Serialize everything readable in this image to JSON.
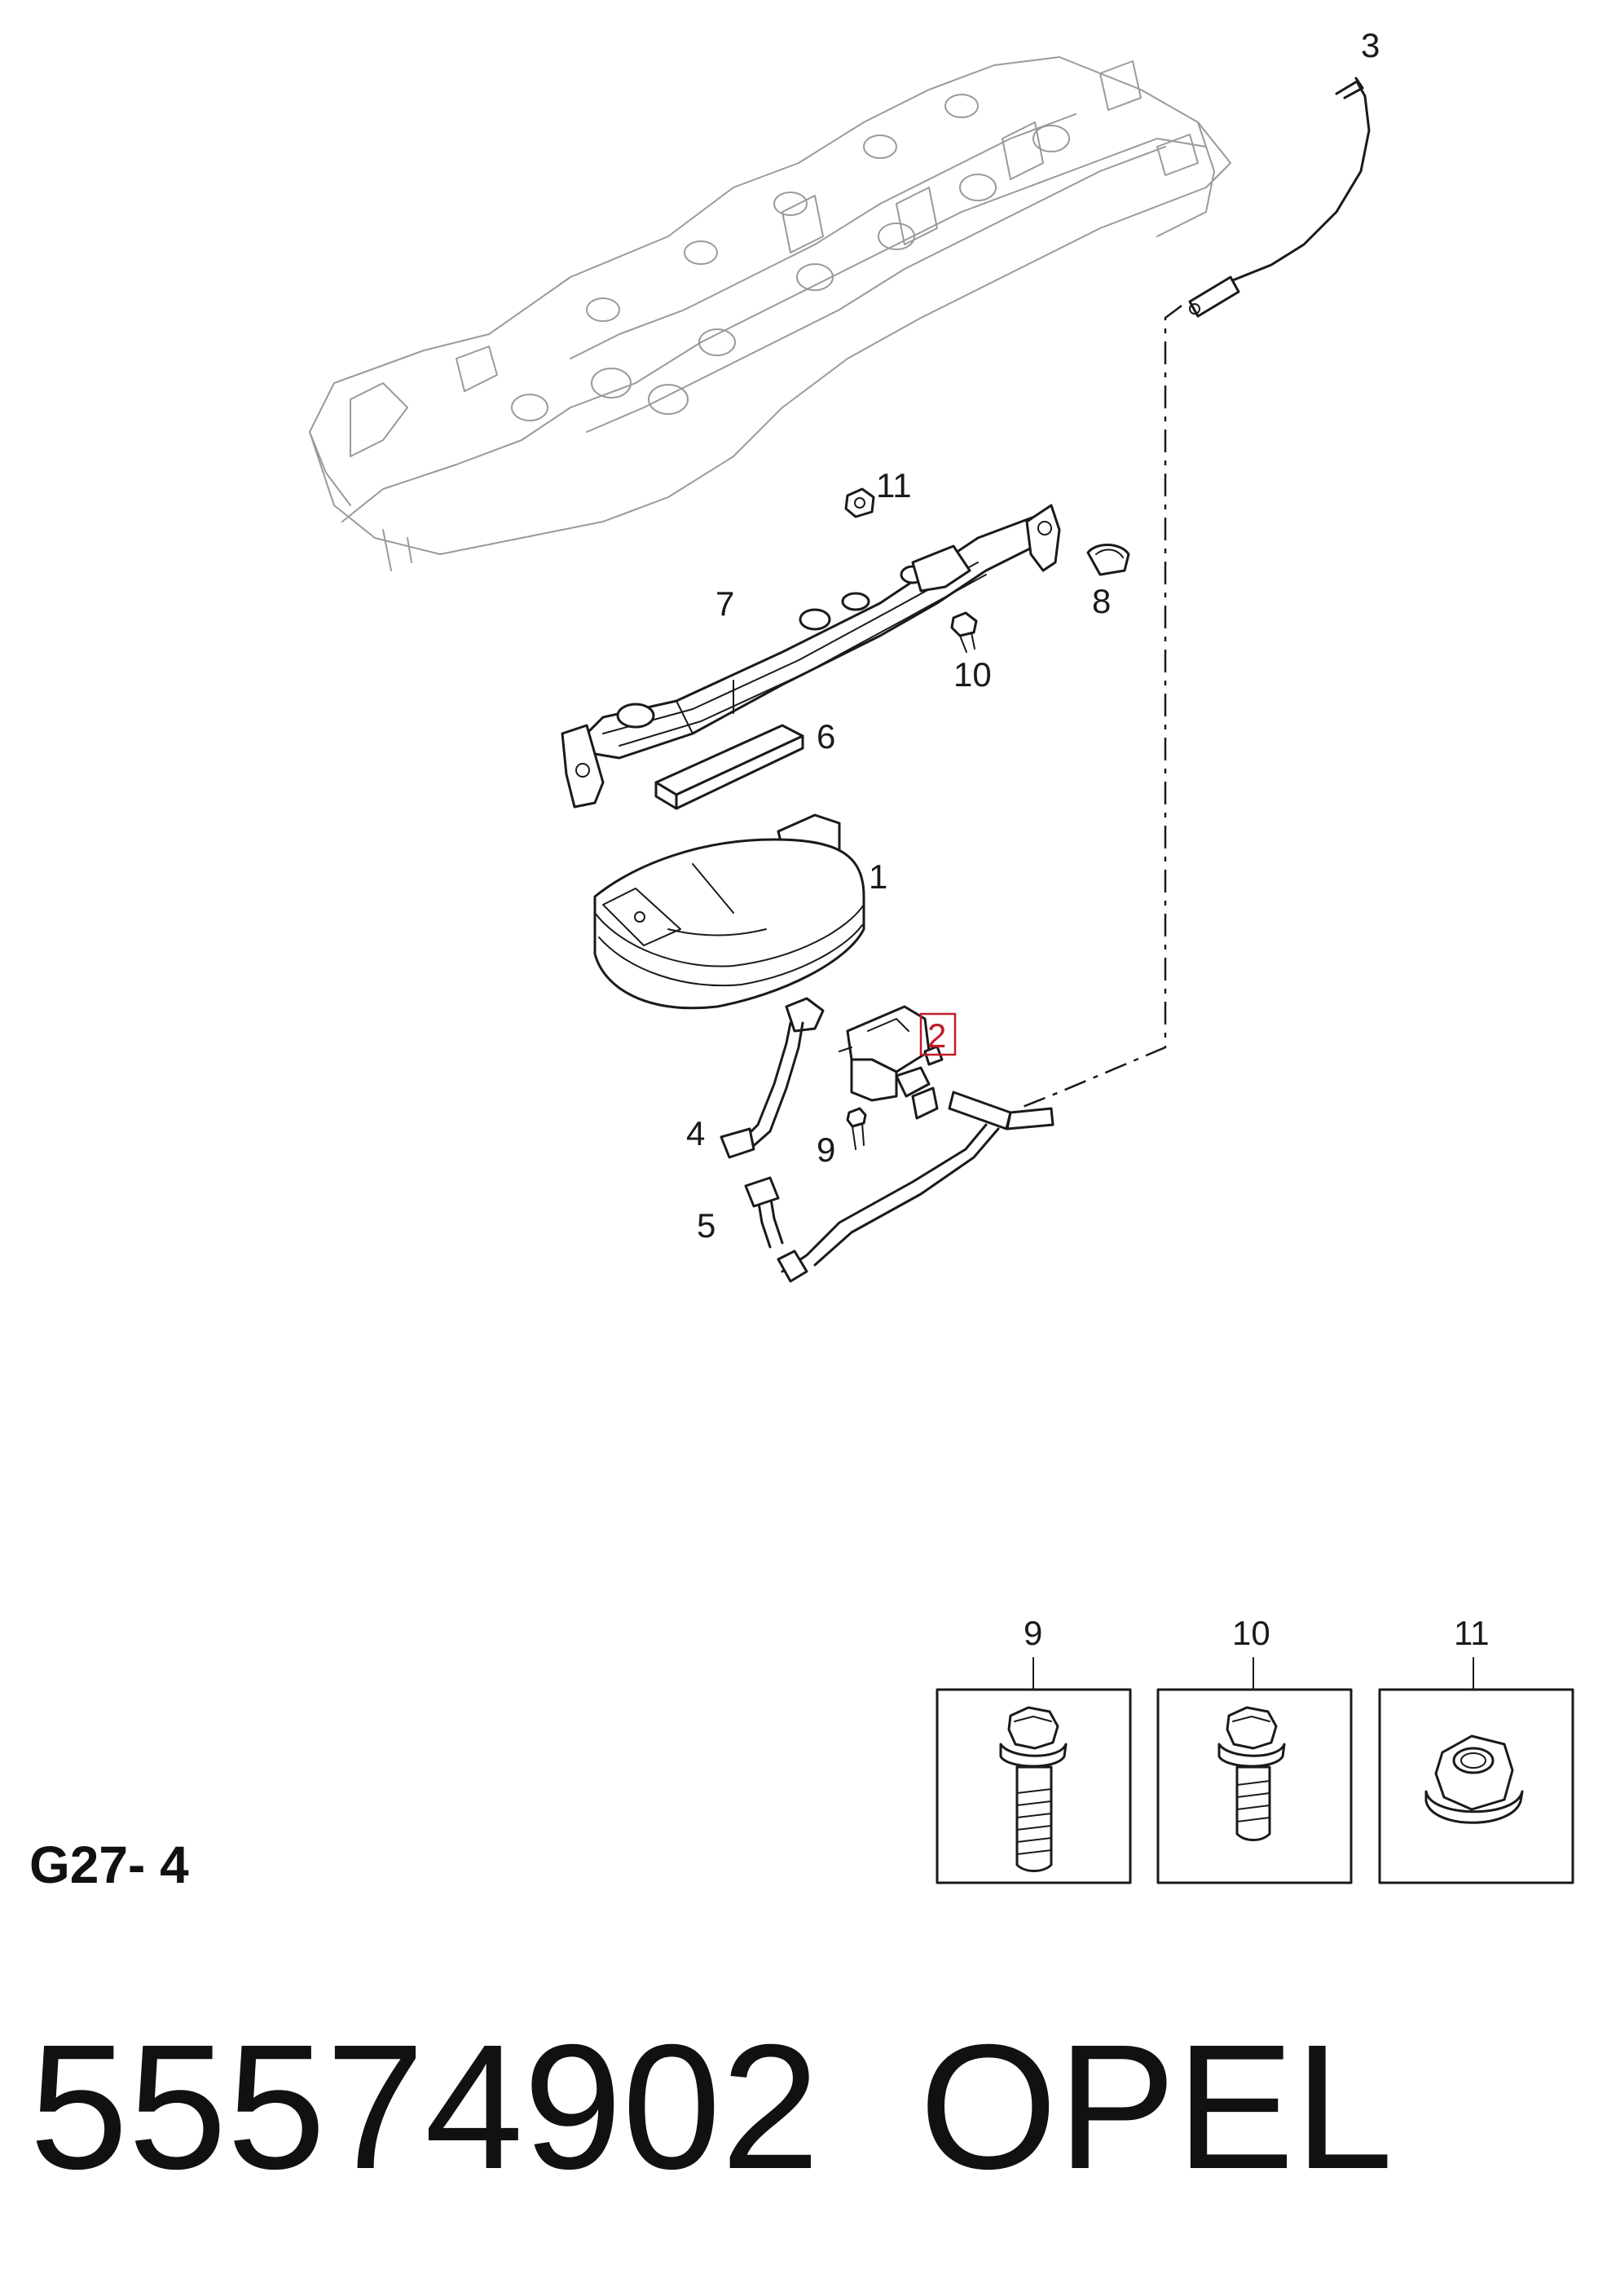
{
  "diagram_code": "G27- 4",
  "part_number": "55574902",
  "brand": "OPEL",
  "highlighted_callout": "2",
  "callouts": {
    "c1": "1",
    "c2": "2",
    "c3": "3",
    "c4": "4",
    "c5": "5",
    "c6": "6",
    "c7": "7",
    "c8": "8",
    "c9": "9",
    "c10": "10",
    "c11": "11"
  },
  "detail_boxes": [
    {
      "label": "9",
      "icon": "flange-bolt-long-icon"
    },
    {
      "label": "10",
      "icon": "flange-bolt-short-icon"
    },
    {
      "label": "11",
      "icon": "flange-nut-icon"
    }
  ],
  "colors": {
    "line": "#1a1a1a",
    "ghost_line": "#9a9a9a",
    "highlight": "#c01c28"
  }
}
